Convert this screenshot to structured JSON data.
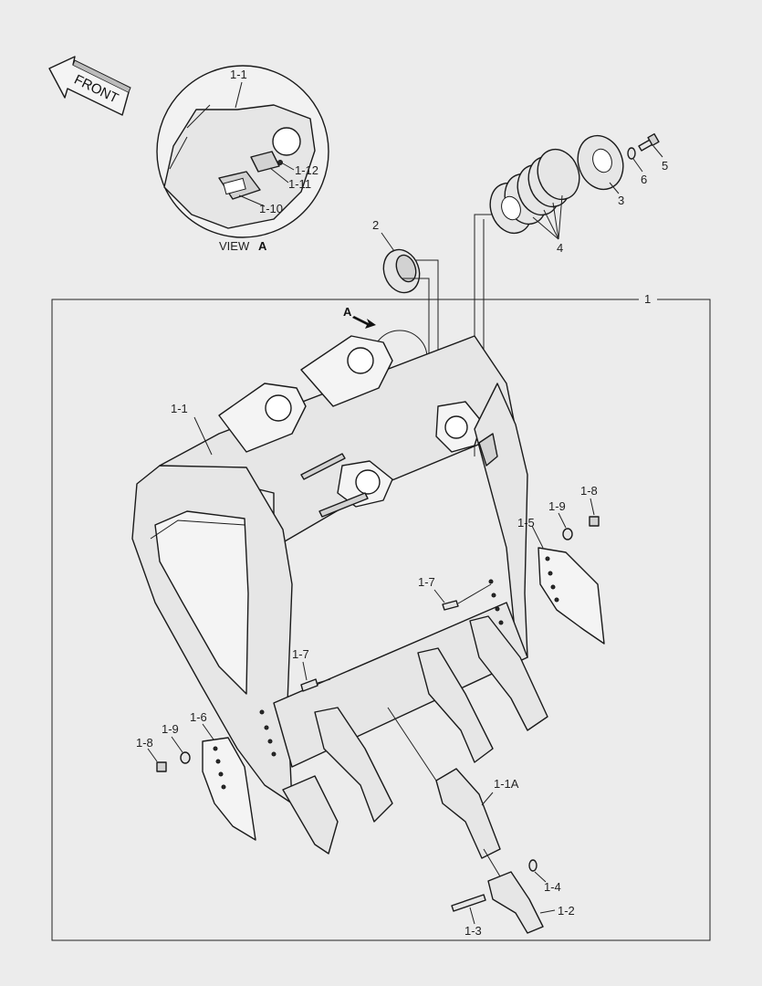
{
  "front_arrow": {
    "label": "FRONT"
  },
  "view": {
    "caption": "VIEW",
    "letter": "A"
  },
  "callouts": {
    "assembly": "1",
    "view_arrow": "A",
    "p1_1_view": "1-1",
    "p1_12": "1-12",
    "p1_11": "1-11",
    "p1_10": "1-10",
    "p2": "2",
    "p3": "3",
    "p4": "4",
    "p5": "5",
    "p6": "6",
    "p1_1": "1-1",
    "p1_8_right": "1-8",
    "p1_9_right": "1-9",
    "p1_5": "1-5",
    "p1_7_right": "1-7",
    "p1_7_left": "1-7",
    "p1_6": "1-6",
    "p1_9_left": "1-9",
    "p1_8_left": "1-8",
    "p1_1A": "1-1A",
    "p1_4": "1-4",
    "p1_2": "1-2",
    "p1_3": "1-3"
  }
}
